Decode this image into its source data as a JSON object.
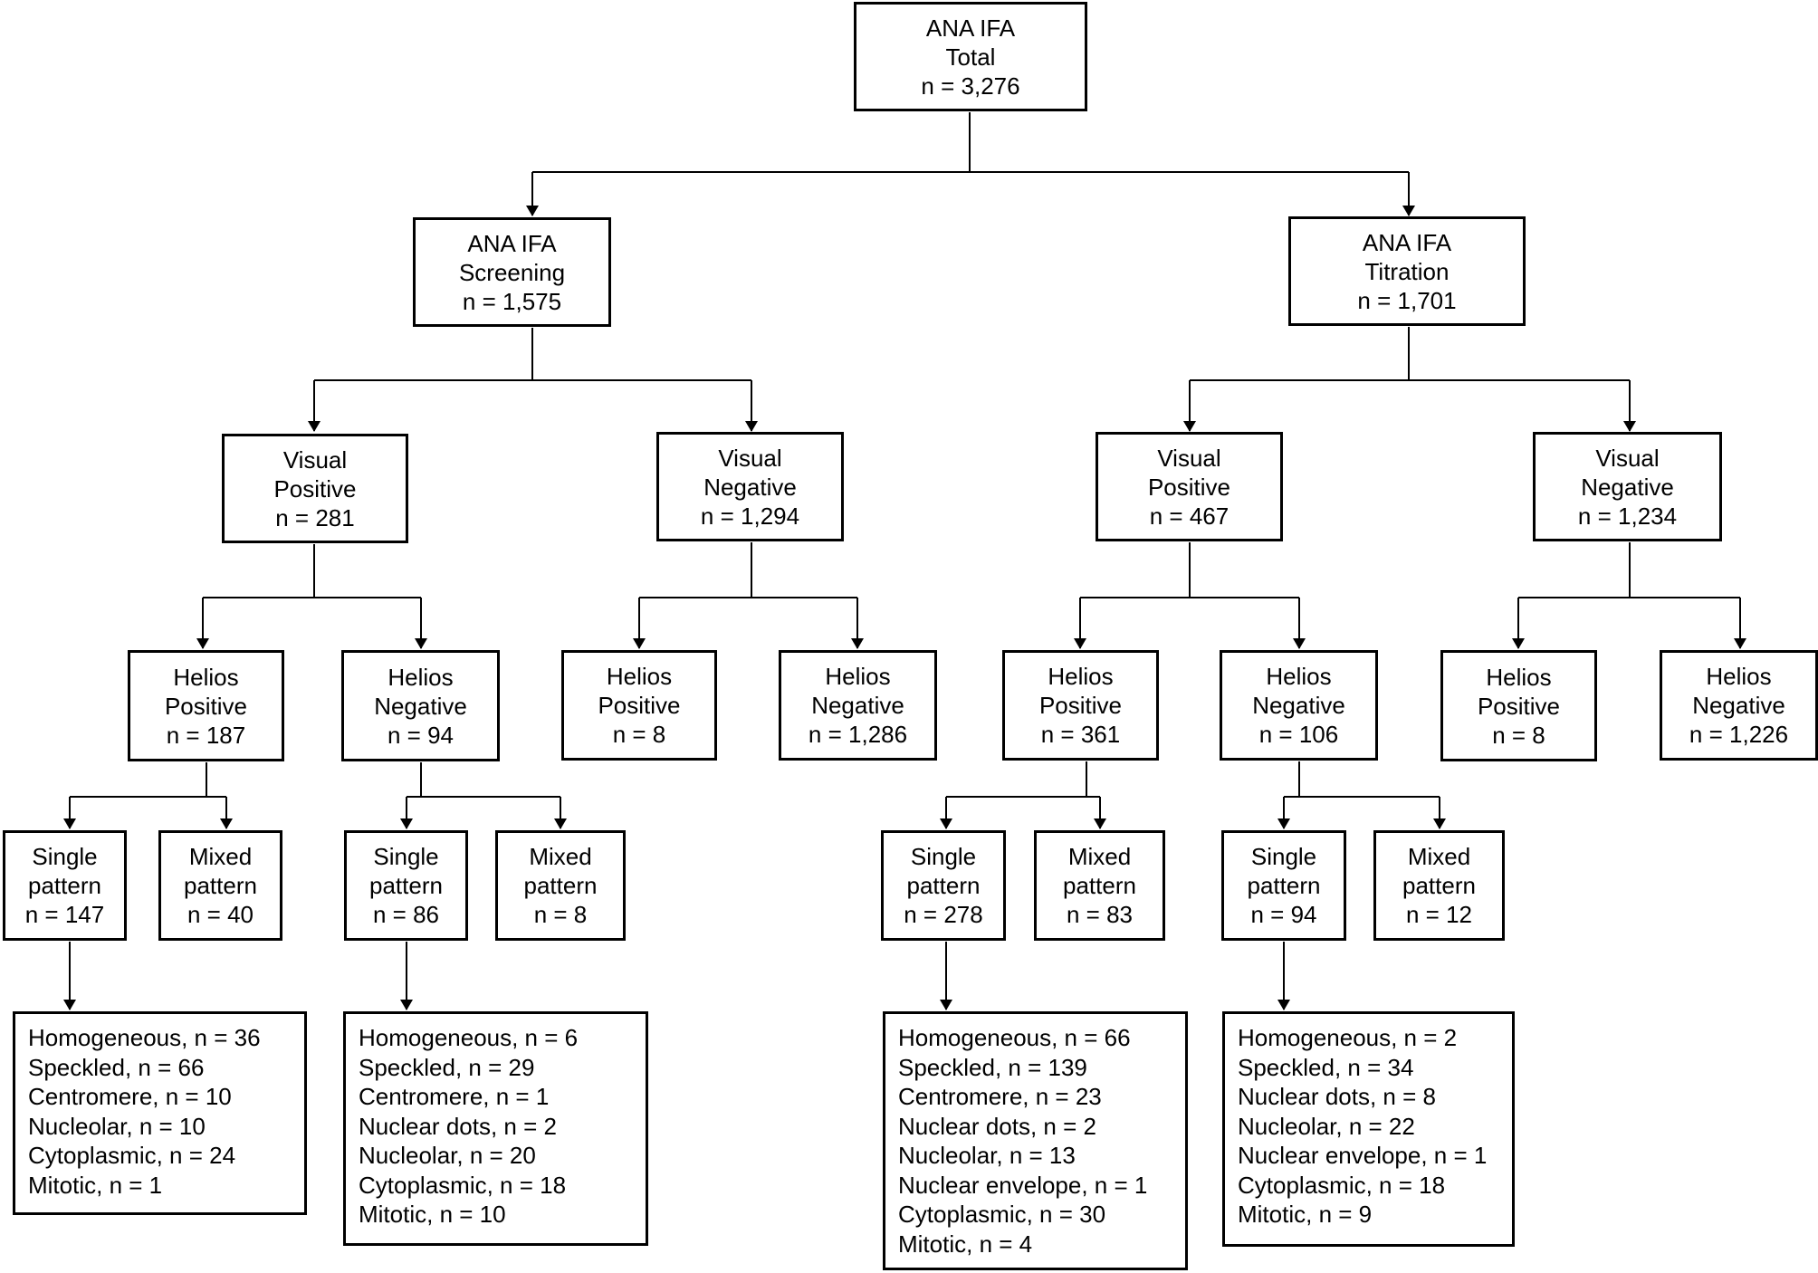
{
  "nodes": {
    "total": [
      "ANA IFA",
      "Total",
      "n = 3,276"
    ],
    "screening": [
      "ANA IFA",
      "Screening",
      "n = 1,575"
    ],
    "titration": [
      "ANA IFA",
      "Titration",
      "n = 1,701"
    ],
    "scr_vis_pos": [
      "Visual",
      "Positive",
      "n = 281"
    ],
    "scr_vis_neg": [
      "Visual",
      "Negative",
      "n = 1,294"
    ],
    "tit_vis_pos": [
      "Visual",
      "Positive",
      "n = 467"
    ],
    "tit_vis_neg": [
      "Visual",
      "Negative",
      "n = 1,234"
    ],
    "svp_hel_pos": [
      "Helios",
      "Positive",
      "n = 187"
    ],
    "svp_hel_neg": [
      "Helios",
      "Negative",
      "n = 94"
    ],
    "svn_hel_pos": [
      "Helios",
      "Positive",
      "n = 8"
    ],
    "svn_hel_neg": [
      "Helios",
      "Negative",
      "n = 1,286"
    ],
    "tvp_hel_pos": [
      "Helios",
      "Positive",
      "n = 361"
    ],
    "tvp_hel_neg": [
      "Helios",
      "Negative",
      "n = 106"
    ],
    "tvn_hel_pos": [
      "Helios",
      "Positive",
      "n = 8"
    ],
    "tvn_hel_neg": [
      "Helios",
      "Negative",
      "n = 1,226"
    ],
    "a_single": [
      "Single",
      "pattern",
      "n = 147"
    ],
    "a_mixed": [
      "Mixed",
      "pattern",
      "n = 40"
    ],
    "b_single": [
      "Single",
      "pattern",
      "n = 86"
    ],
    "b_mixed": [
      "Mixed",
      "pattern",
      "n = 8"
    ],
    "c_single": [
      "Single",
      "pattern",
      "n = 278"
    ],
    "c_mixed": [
      "Mixed",
      "pattern",
      "n = 83"
    ],
    "d_single": [
      "Single",
      "pattern",
      "n = 94"
    ],
    "d_mixed": [
      "Mixed",
      "pattern",
      "n = 12"
    ]
  },
  "lists": {
    "a_list": [
      "Homogeneous, n = 36",
      "Speckled, n = 66",
      "Centromere, n = 10",
      "Nucleolar, n = 10",
      "Cytoplasmic, n = 24",
      "Mitotic, n = 1"
    ],
    "b_list": [
      "Homogeneous, n = 6",
      "Speckled, n = 29",
      "Centromere, n = 1",
      "Nuclear dots, n = 2",
      "Nucleolar, n = 20",
      "Cytoplasmic, n = 18",
      "Mitotic, n = 10"
    ],
    "c_list": [
      "Homogeneous, n = 66",
      "Speckled, n = 139",
      "Centromere, n = 23",
      "Nuclear dots, n = 2",
      "Nucleolar, n = 13",
      "Nuclear envelope, n = 1",
      "Cytoplasmic, n = 30",
      "Mitotic, n = 4"
    ],
    "d_list": [
      "Homogeneous, n = 2",
      "Speckled, n = 34",
      "Nuclear dots, n = 8",
      "Nucleolar, n = 22",
      "Nuclear envelope, n = 1",
      "Cytoplasmic, n = 18",
      "Mitotic, n = 9"
    ]
  }
}
